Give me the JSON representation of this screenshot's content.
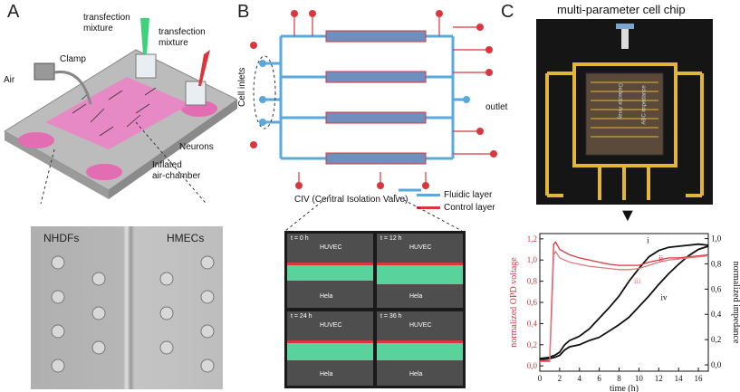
{
  "panels": {
    "A": {
      "label": "A",
      "annotations": {
        "transfection1": "transfection\nmixture",
        "transfection2": "transfection\nmixture",
        "clamp": "Clamp",
        "air": "Air",
        "neurons": "Neurons",
        "inflated": "Inflated\nair-chamber"
      },
      "micro": {
        "left": "NHDFs",
        "right": "HMECs"
      }
    },
    "B": {
      "label": "B",
      "annotations": {
        "cell_inlets": "Cell inlets",
        "outlet": "outlet",
        "civ": "CIV (Central Isolation Valve)",
        "fluidic": "Fluidic layer",
        "control": "Control layer"
      },
      "tiles": [
        {
          "time": "t = 0 h",
          "top": "HUVEC",
          "bottom": "Hela"
        },
        {
          "time": "t = 12 h",
          "top": "HUVEC",
          "bottom": "Hela"
        },
        {
          "time": "t = 24 h",
          "top": "HUVEC",
          "bottom": "Hela"
        },
        {
          "time": "t = 36 h",
          "top": "HUVEC",
          "bottom": "Hela"
        }
      ],
      "colors": {
        "fluidic": "#5aa8dc",
        "control": "#d9363e"
      }
    },
    "C": {
      "label": "C",
      "title": "multi-parameter cell chip",
      "chip_text": {
        "left": "Deflector Array",
        "right": "ABC impedance"
      }
    }
  },
  "chart_data": {
    "type": "line",
    "xlabel": "time (h)",
    "ylabel_left": "normalized OPD voltage",
    "ylabel_right": "normalized impedance",
    "xlim": [
      0,
      17
    ],
    "ylim_left": [
      -0.05,
      1.25
    ],
    "ylim_right": [
      -0.05,
      1.04
    ],
    "xticks": [
      "0",
      "2",
      "4",
      "6",
      "8",
      "10",
      "12",
      "14",
      "16"
    ],
    "yticks_left": [
      "0,0",
      "0,2",
      "0,4",
      "0,6",
      "0,8",
      "1,0",
      "1,2"
    ],
    "yticks_right": [
      "0,0",
      "0,2",
      "0,4",
      "0,6",
      "0,8",
      "1,0"
    ],
    "series": [
      {
        "name": "i",
        "axis": "left",
        "color": "#111111",
        "x": [
          0,
          1,
          1.2,
          1.5,
          2,
          2.5,
          3,
          3.5,
          4,
          5,
          6,
          7,
          8,
          9,
          10,
          11,
          12,
          13,
          14,
          15,
          16,
          17
        ],
        "y": [
          0.07,
          0.08,
          0.09,
          0.1,
          0.13,
          0.2,
          0.24,
          0.26,
          0.28,
          0.35,
          0.45,
          0.55,
          0.66,
          0.8,
          0.92,
          1.03,
          1.09,
          1.12,
          1.13,
          1.14,
          1.15,
          1.14
        ]
      },
      {
        "name": "iv",
        "axis": "left",
        "color": "#111111",
        "x": [
          0,
          1,
          1.5,
          2,
          2.5,
          3,
          4,
          5,
          6,
          7,
          8,
          9,
          10,
          11,
          12,
          13,
          14,
          15,
          16,
          17
        ],
        "y": [
          0.06,
          0.07,
          0.08,
          0.1,
          0.15,
          0.18,
          0.2,
          0.24,
          0.27,
          0.33,
          0.39,
          0.46,
          0.56,
          0.66,
          0.77,
          0.87,
          0.96,
          1.04,
          1.1,
          1.13
        ]
      },
      {
        "name": "ii",
        "axis": "left",
        "color": "#d9363e",
        "x": [
          0,
          1,
          1.2,
          1.4,
          1.6,
          2,
          3,
          4,
          5,
          6,
          7,
          8,
          9,
          10,
          11,
          12,
          13,
          14,
          15,
          16,
          17
        ],
        "y": [
          0.05,
          0.05,
          0.6,
          1.15,
          1.17,
          1.1,
          1.05,
          1.02,
          1.0,
          0.98,
          0.96,
          0.95,
          0.95,
          0.95,
          0.98,
          1.0,
          1.02,
          1.02,
          1.03,
          1.04,
          1.05
        ]
      },
      {
        "name": "iii",
        "axis": "left",
        "color": "#e07a80",
        "x": [
          0,
          1,
          1.2,
          1.4,
          1.6,
          2,
          3,
          4,
          5,
          6,
          7,
          8,
          9,
          10,
          11,
          12,
          13,
          14,
          15,
          16,
          17
        ],
        "y": [
          0.04,
          0.04,
          0.5,
          1.05,
          1.08,
          1.02,
          0.98,
          0.96,
          0.94,
          0.93,
          0.92,
          0.91,
          0.91,
          0.92,
          0.95,
          0.98,
          1.0,
          1.01,
          1.02,
          1.03,
          1.04
        ]
      }
    ],
    "grid": false
  }
}
